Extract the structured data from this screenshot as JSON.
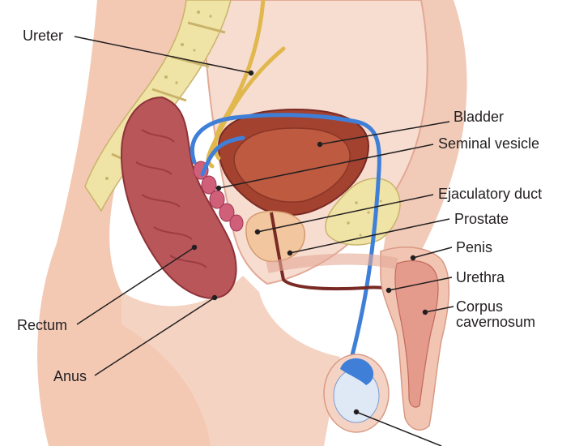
{
  "labels": {
    "ureter": "Ureter",
    "bladder": "Bladder",
    "seminal_vesicle": "Seminal vesicle",
    "ejaculatory_duct": "Ejaculatory duct",
    "prostate": "Prostate",
    "penis": "Penis",
    "urethra": "Urethra",
    "corpus_line1": "Corpus",
    "corpus_line2": "cavernosum",
    "rectum": "Rectum",
    "anus": "Anus"
  },
  "colors": {
    "skin_outer": "#e8b9a5",
    "skin_inner": "#f7ddd0",
    "bone": "#efe3a6",
    "bone_dots": "#c9b36a",
    "rectum": "#b9565a",
    "rectum_dark": "#8e3338",
    "bladder": "#a3422f",
    "ureter": "#e0b84e",
    "vas_deferens": "#3f7fd8",
    "seminal_vesicle": "#d0607a",
    "prostate": "#f2c7a0",
    "urethra": "#7a2a24",
    "leader_line": "#231f20",
    "label_text": "#231f20"
  }
}
